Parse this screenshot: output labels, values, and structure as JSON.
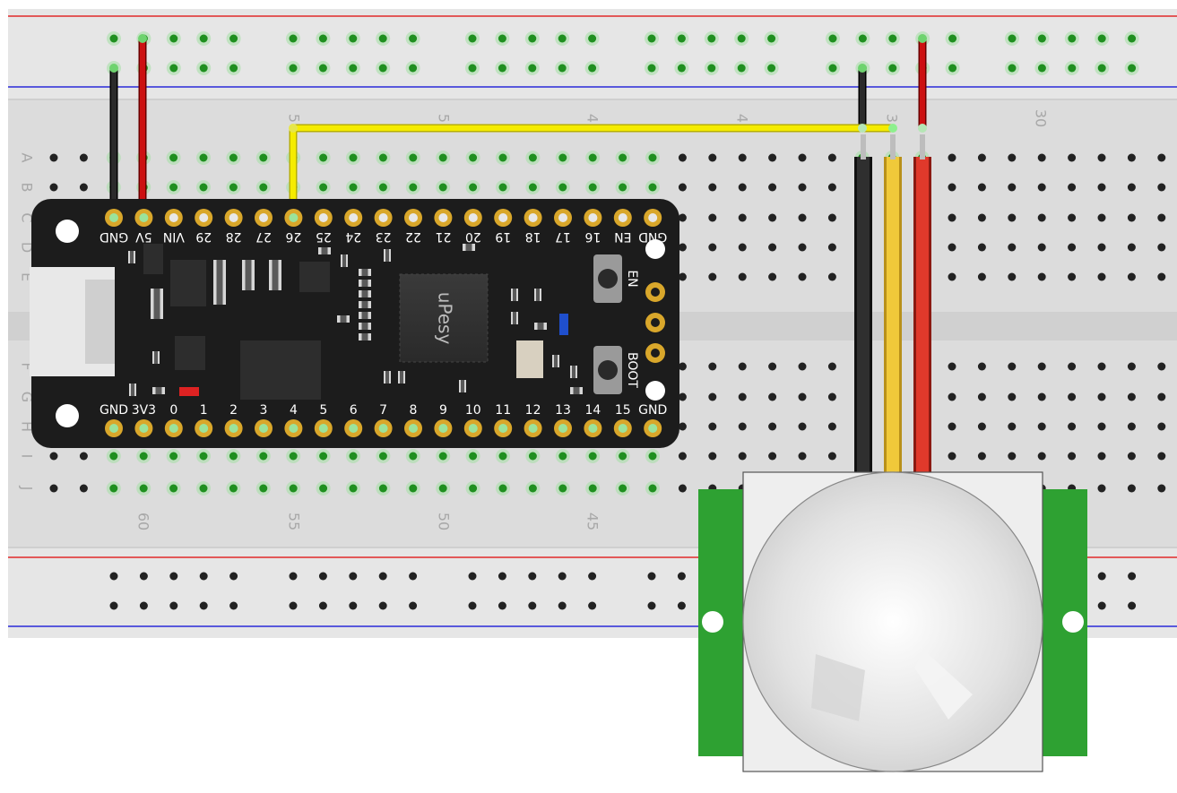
{
  "breadboard": {
    "row_letters": [
      "A",
      "B",
      "C",
      "D",
      "E",
      "F",
      "G",
      "H",
      "I",
      "J"
    ],
    "column_numbers_top": [
      "5",
      "5",
      "4",
      "4",
      "3",
      "30"
    ],
    "column_numbers_bottom": [
      "60",
      "55",
      "50",
      "45"
    ]
  },
  "board": {
    "name": "uPesy",
    "top_pins": [
      "GND",
      "5V",
      "VIN",
      "29",
      "28",
      "27",
      "26",
      "25",
      "24",
      "23",
      "22",
      "21",
      "20",
      "19",
      "18",
      "17",
      "16",
      "EN",
      "GND"
    ],
    "bottom_pins": [
      "GND",
      "3V3",
      "0",
      "1",
      "2",
      "3",
      "4",
      "5",
      "6",
      "7",
      "8",
      "9",
      "10",
      "11",
      "12",
      "13",
      "14",
      "15",
      "GND"
    ],
    "buttons": [
      "EN",
      "BOOT"
    ]
  },
  "wires": [
    {
      "name": "gnd-rail-wire",
      "color": "#1a1a1a"
    },
    {
      "name": "5v-rail-wire",
      "color": "#cc1111"
    },
    {
      "name": "signal-wire-26",
      "color": "#f5ec00"
    },
    {
      "name": "sensor-gnd-wire",
      "color": "#1a1a1a"
    },
    {
      "name": "sensor-vcc-wire",
      "color": "#cc1111"
    }
  ],
  "sensor": {
    "type": "PIR motion sensor",
    "lead_colors": [
      "#2a2a2a",
      "#f0c93a",
      "#e0392b"
    ],
    "pcb_color": "#2ea132"
  },
  "colors": {
    "rail_red": "#e12a2a",
    "rail_blue": "#2a2ad8",
    "board": "#1c1c1c",
    "pad": "#d9a72b",
    "hole_active": "#4caf50"
  }
}
